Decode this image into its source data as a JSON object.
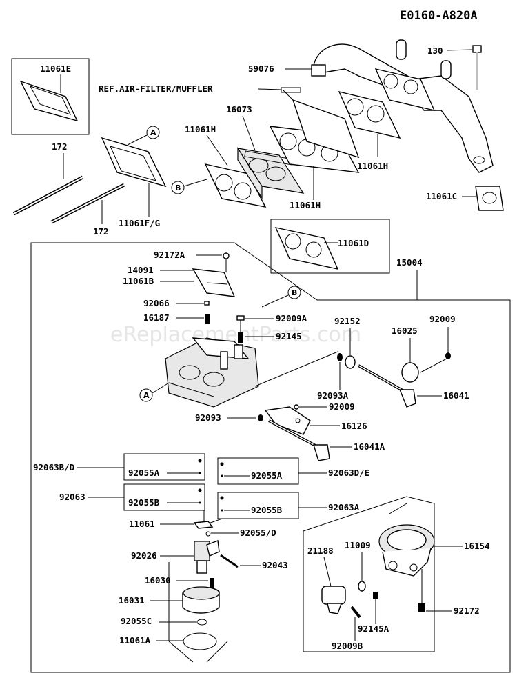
{
  "diagram_code": "E0160-A820A",
  "watermark": "eReplacementParts.com",
  "callouts": {
    "A": "A",
    "B": "B"
  },
  "labels": {
    "p11061E": "11061E",
    "p172a": "172",
    "p172b": "172",
    "p11061FG": "11061F/G",
    "p59076": "59076",
    "pRefAir": "REF.AIR-FILTER/MUFFLER",
    "p16073": "16073",
    "p11061H_a": "11061H",
    "p11061H_b": "11061H",
    "p11061H_c": "11061H",
    "p130": "130",
    "p11061C": "11061C",
    "p11061D": "11061D",
    "p15004": "15004",
    "p92172A": "92172A",
    "p14091": "14091",
    "p11061B": "11061B",
    "p92066": "92066",
    "p16187": "16187",
    "p92009A": "92009A",
    "p92145": "92145",
    "p92152": "92152",
    "p16025": "16025",
    "p92009a": "92009",
    "p92093A": "92093A",
    "p92009b": "92009",
    "p16041": "16041",
    "p92093": "92093",
    "p16126": "16126",
    "p16041A": "16041A",
    "p92063BD": "92063B/D",
    "p92055A_a": "92055A",
    "p92055A_b": "92055A",
    "p92063DE": "92063D/E",
    "p92063": "92063",
    "p92055B_a": "92055B",
    "p92055B_b": "92055B",
    "p92063A": "92063A",
    "p11061": "11061",
    "p92055D": "92055/D",
    "p92026": "92026",
    "p92043": "92043",
    "p16030": "16030",
    "p16031": "16031",
    "p92055C": "92055C",
    "p11061A": "11061A",
    "p21188": "21188",
    "p11009": "11009",
    "p16154": "16154",
    "p92172": "92172",
    "p92145A": "92145A",
    "p92009B": "92009B"
  }
}
